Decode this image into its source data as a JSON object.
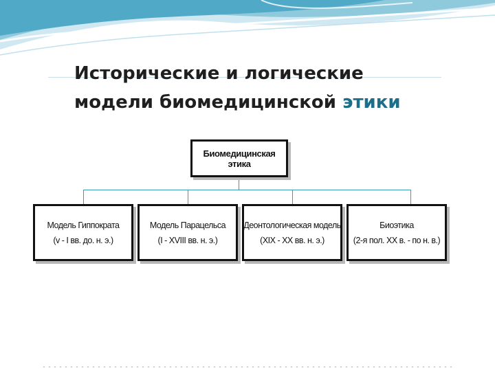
{
  "slide": {
    "title_line1": "Исторические и логические",
    "title_line2_main": "модели биомедицинской",
    "title_line2_accent": "этики",
    "accent_color": "#1b6f8a"
  },
  "diagram": {
    "root": "Биомедицинская этика",
    "children": [
      {
        "line1": "Модель Гиппократа",
        "line2": "(v - I вв. до. н. э.)"
      },
      {
        "line1": "Модель Парацельса",
        "line2": "(I - XVIII вв. н. э.)"
      },
      {
        "line1": "Деонтологическая модель",
        "line2": "(XIX - XX вв. н. э.)"
      },
      {
        "line1": "Биоэтика",
        "line2": "(2-я пол. XX в. - по н. в.)"
      }
    ]
  }
}
